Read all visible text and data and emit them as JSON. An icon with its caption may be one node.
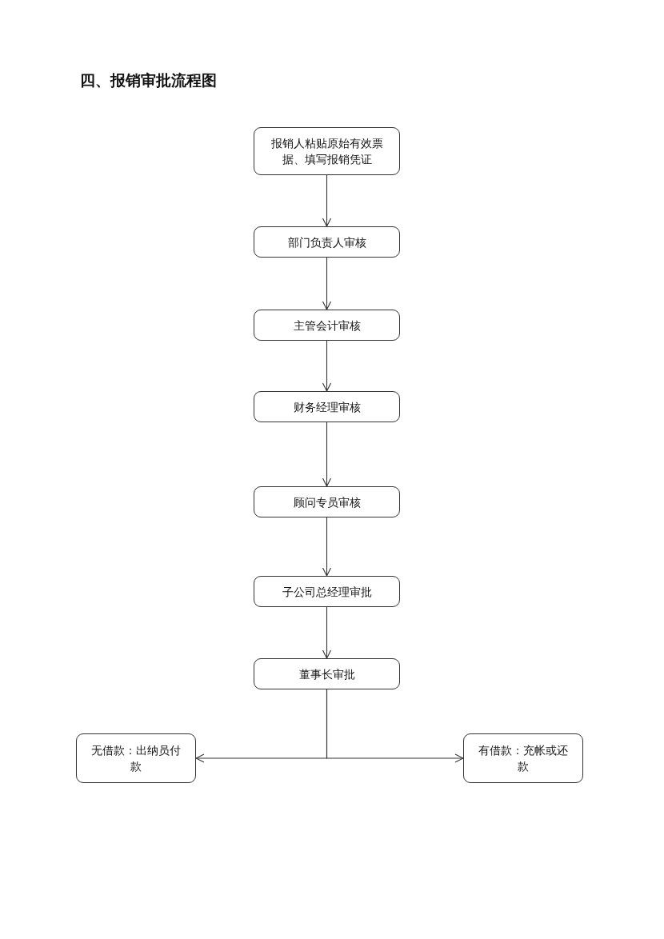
{
  "diagram": {
    "title": "四、报销审批流程图",
    "nodes": [
      {
        "text": [
          "报销人粘贴原始有效票据、填写报销凭证"
        ]
      },
      {
        "text": [
          "部门负责人审核"
        ]
      },
      {
        "text": [
          "主管会计审核"
        ]
      },
      {
        "text": [
          "财务经理审核"
        ]
      },
      {
        "text": [
          "顾问专员审核"
        ]
      },
      {
        "text": [
          "子公司总经理审批"
        ]
      },
      {
        "text": [
          "董事长审批"
        ]
      },
      {
        "text": [
          "无借款：出纳员付款"
        ]
      },
      {
        "text": [
          "有借款：充帐或还款"
        ]
      }
    ],
    "edges": [
      {
        "from": 0,
        "to": 1,
        "arrow": "to"
      },
      {
        "from": 1,
        "to": 2,
        "arrow": "to"
      },
      {
        "from": 2,
        "to": 3,
        "arrow": "to"
      },
      {
        "from": 3,
        "to": 4,
        "arrow": "to"
      },
      {
        "from": 4,
        "to": 5,
        "arrow": "to"
      },
      {
        "from": 5,
        "to": 6,
        "arrow": "to"
      },
      {
        "from": 6,
        "to": 7,
        "arrow": "to"
      },
      {
        "from": 6,
        "to": 8,
        "arrow": "to"
      }
    ]
  }
}
